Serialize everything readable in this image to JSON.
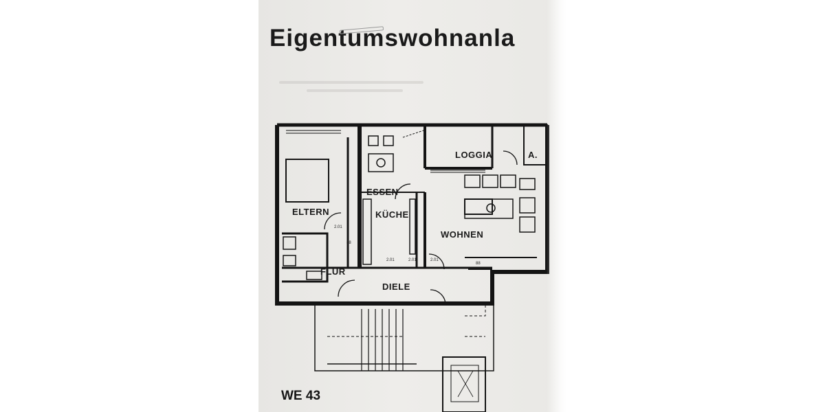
{
  "document": {
    "title": "Eigentumswohnanla",
    "unit_label": "WE 43"
  },
  "floor_plan": {
    "rooms": {
      "loggia": "LOGGIA",
      "abstell": "A.",
      "essen": "ESSEN",
      "kueche": "KÜCHE",
      "eltern": "ELTERN",
      "wohnen": "WOHNEN",
      "flur": "FLUR",
      "diele": "DIELE"
    },
    "small_marks": [
      "2.01",
      "2.01",
      "2.01",
      "2.01",
      "88",
      "88"
    ]
  },
  "colors": {
    "paper": "#ecebe8",
    "ink": "#1a1a1a"
  }
}
